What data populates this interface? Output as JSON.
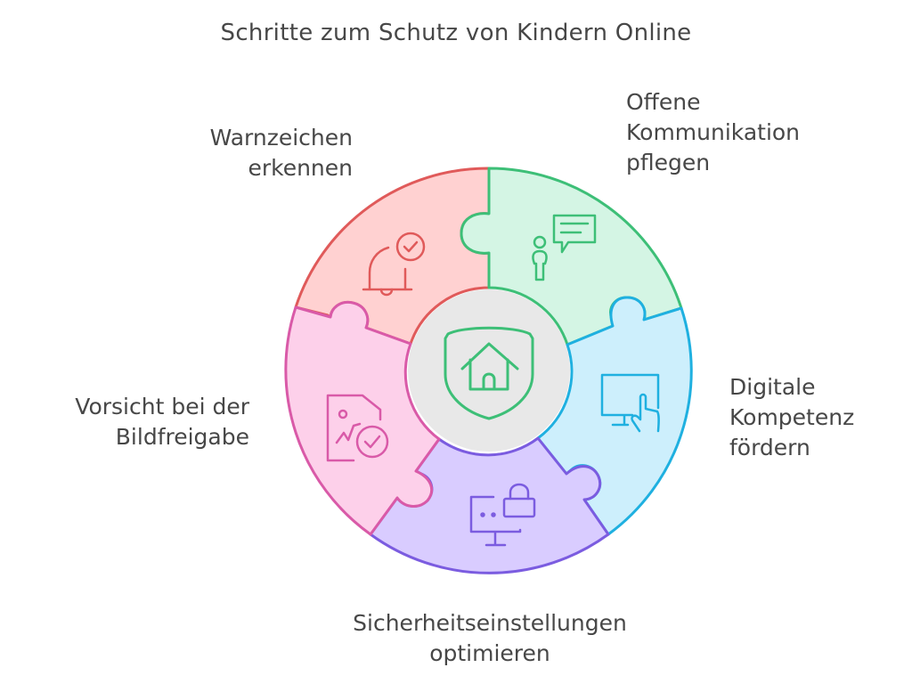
{
  "title": "Schritte zum Schutz von Kindern Online",
  "center": {
    "icon": "shield-home-icon",
    "fill": "#e8e8e8",
    "stroke": "#3dbf77"
  },
  "segments": [
    {
      "id": "warnzeichen",
      "lines": [
        "Warnzeichen",
        "erkennen"
      ],
      "icon": "bell-check-icon",
      "fill": "#ffd1d1",
      "stroke": "#e05a5a"
    },
    {
      "id": "kommunikation",
      "lines": [
        "Offene",
        "Kommunikation",
        "pflegen"
      ],
      "icon": "person-chat-icon",
      "fill": "#d4f5e4",
      "stroke": "#3dbf77"
    },
    {
      "id": "kompetenz",
      "lines": [
        "Digitale",
        "Kompetenz",
        "fördern"
      ],
      "icon": "monitor-touch-icon",
      "fill": "#cdeffc",
      "stroke": "#1fb0e0"
    },
    {
      "id": "sicherheit",
      "lines": [
        "Sicherheitseinstellungen",
        "optimieren"
      ],
      "icon": "monitor-lock-icon",
      "fill": "#d9ccff",
      "stroke": "#7b5ce0"
    },
    {
      "id": "bildfreigabe",
      "lines": [
        "Vorsicht bei der",
        "Bildfreigabe"
      ],
      "icon": "image-check-icon",
      "fill": "#fdd0ea",
      "stroke": "#d95aa8"
    }
  ]
}
